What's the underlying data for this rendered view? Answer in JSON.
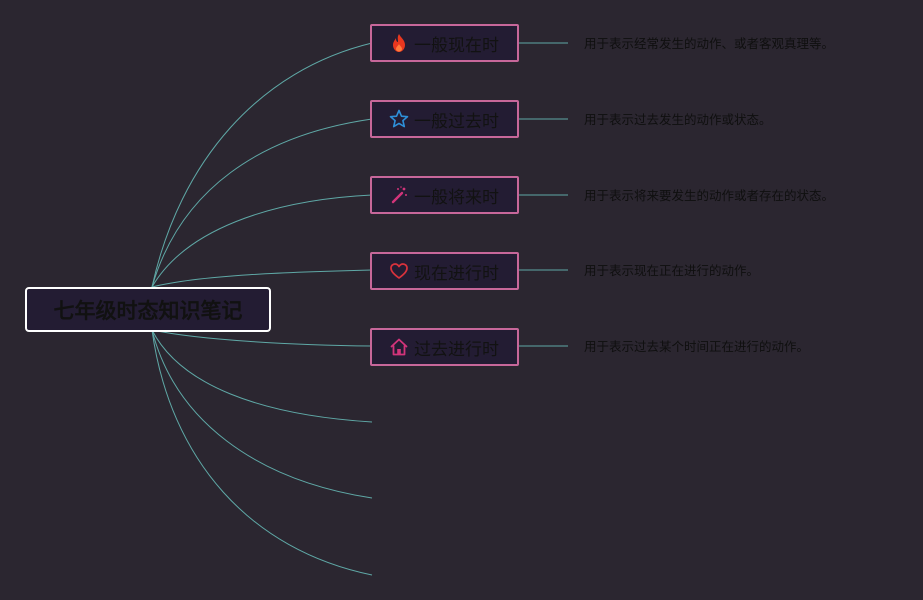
{
  "root": {
    "title": "七年级时态知识笔记"
  },
  "tenses": [
    {
      "label": "一般现在时",
      "icon": "fire-icon",
      "color": "#e8371f",
      "description": "用于表示经常发生的动作、或者客观真理等。"
    },
    {
      "label": "一般过去时",
      "icon": "star-icon",
      "color": "#2e8fd8",
      "description": "用于表示过去发生的动作或状态。"
    },
    {
      "label": "一般将来时",
      "icon": "magic-wand-icon",
      "color": "#d2347a",
      "description": "用于表示将来要发生的动作或者存在的状态。"
    },
    {
      "label": "现在进行时",
      "icon": "heart-icon",
      "color": "#d8323c",
      "description": "用于表示现在正在进行的动作。"
    },
    {
      "label": "过去进行时",
      "icon": "home-icon",
      "color": "#d2347a",
      "description": "用于表示过去某个时间正在进行的动作。"
    }
  ],
  "colors": {
    "background": "#2b2630",
    "link": "#5fa8a6",
    "node_border": "#c7679a",
    "node_fill": "#231c33"
  }
}
